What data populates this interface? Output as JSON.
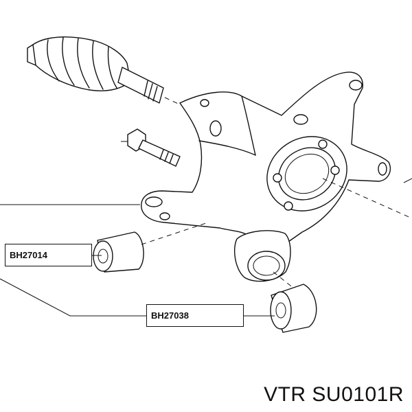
{
  "diagram": {
    "callouts": [
      {
        "part_number": "BH27014"
      },
      {
        "part_number": "BH27038"
      }
    ]
  },
  "footer": {
    "product_code": "VTR SU0101R"
  }
}
